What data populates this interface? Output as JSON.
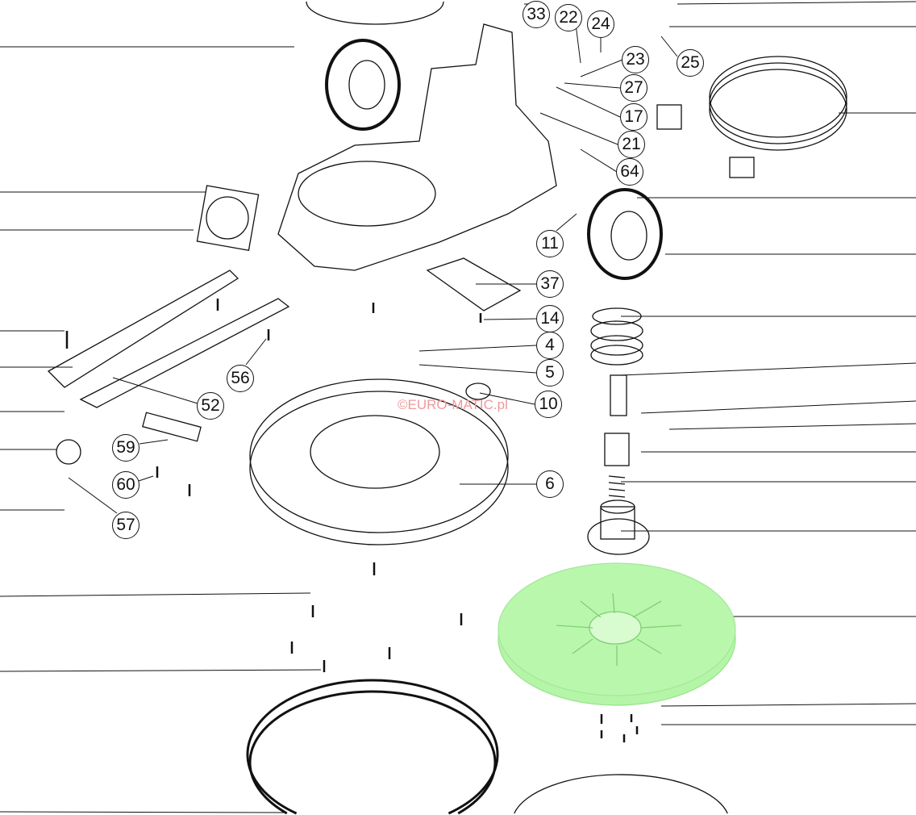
{
  "diagram": {
    "watermark": "©EURO-MATIC.pl",
    "callouts": [
      "33",
      "22",
      "24",
      "23",
      "25",
      "27",
      "17",
      "21",
      "64",
      "11",
      "37",
      "14",
      "4",
      "5",
      "10",
      "56",
      "52",
      "59",
      "60",
      "57",
      "6"
    ],
    "highlight_color": "#b4f5a8"
  }
}
